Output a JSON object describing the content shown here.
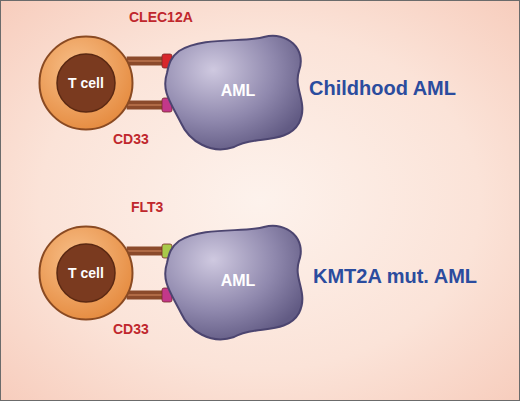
{
  "diagram": {
    "nodes": [
      {
        "text": [
          "T cell"
        ]
      },
      {
        "text": [
          "AML"
        ]
      },
      {
        "text": [
          "T cell"
        ]
      },
      {
        "text": [
          "AML"
        ]
      }
    ],
    "edges": [
      {
        "from": 0,
        "to": 1,
        "label": "CLEC12A",
        "arrow": "none"
      },
      {
        "from": 0,
        "to": 1,
        "label": "CD33",
        "arrow": "none"
      },
      {
        "from": 2,
        "to": 3,
        "label": "FLT3",
        "arrow": "none"
      },
      {
        "from": 2,
        "to": 3,
        "label": "CD33",
        "arrow": "none"
      }
    ],
    "labels": [
      "Childhood AML",
      "KMT2A mut. AML"
    ]
  }
}
